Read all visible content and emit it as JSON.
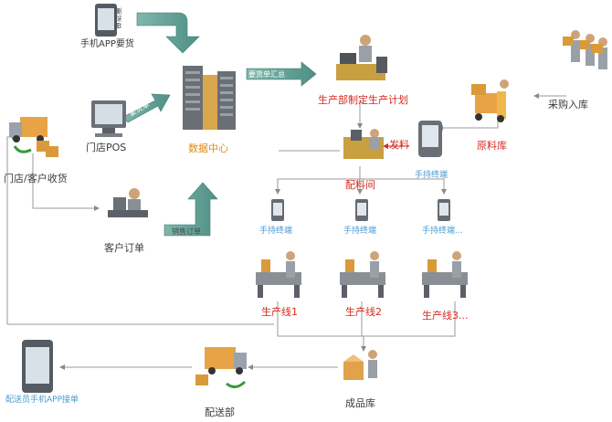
{
  "labels": {
    "phone_app_order": "手机APP要货",
    "store_pos": "门店POS",
    "store_receive": "门店/客户收货",
    "customer_order": "客户订单",
    "data_center": "数据中心",
    "sales_order": "销售订单",
    "order_summary": "要货单汇总",
    "production_plan": "生产部制定生产计划",
    "purchase_in": "采购入库",
    "raw_material": "原料库",
    "issue_material": "发料",
    "handheld_top": "手持终端",
    "batching_room": "配料间",
    "handheld_1": "手持终端",
    "handheld_2": "手持终端",
    "handheld_3": "手持终端...",
    "line_1": "生产线1",
    "line_2": "生产线2",
    "line_3": "生产线3...",
    "finished_store": "成品库",
    "delivery_dept": "配送部",
    "delivery_app": "配送员手机APP接单",
    "phone_small": "要货单",
    "pos_arrow": "要货单"
  }
}
